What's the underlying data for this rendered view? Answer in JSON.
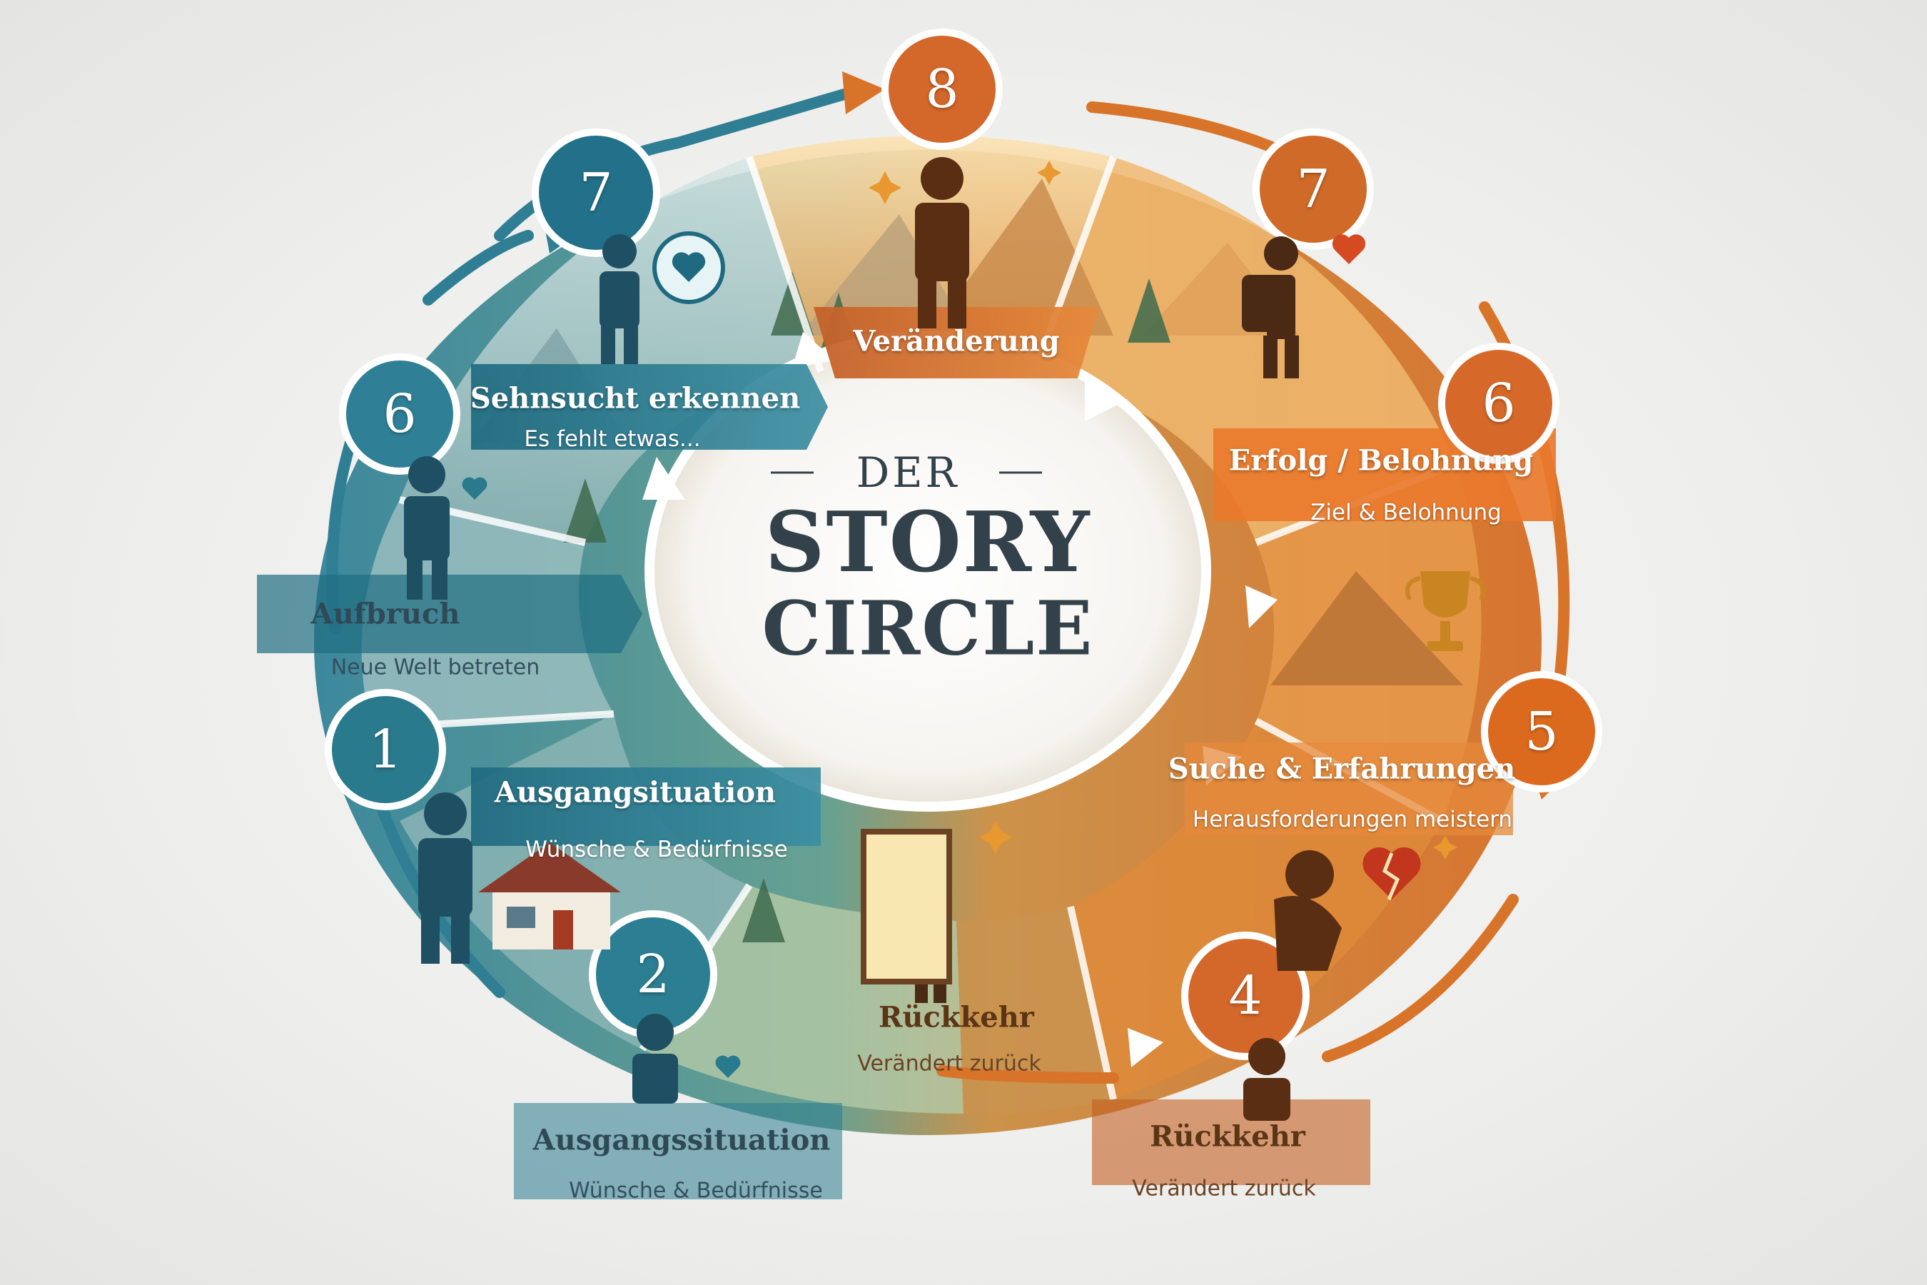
{
  "title": {
    "line1": "DER",
    "line2": "STORY",
    "line3": "CIRCLE"
  },
  "colors": {
    "teal": "#2f7e93",
    "teal_dark": "#1f5a6e",
    "orange": "#d8742a",
    "orange_dark": "#a94d14",
    "ink": "#33424a"
  },
  "stages": [
    {
      "number": "8",
      "label": "Veränderung",
      "subtitle": ""
    },
    {
      "number": "7",
      "label": "Sehnsucht erkennen",
      "subtitle": "Es fehlt etwas..."
    },
    {
      "number": "6",
      "label": "Aufbruch",
      "subtitle": "Neue Welt betreten"
    },
    {
      "number": "1",
      "label": "Ausgangsituation",
      "subtitle": "Wünsche & Bedürfnisse"
    },
    {
      "number": "2",
      "label": "Ausgangssituation",
      "subtitle": "Wünsche & Bedürfnisse"
    },
    {
      "number": "",
      "label": "Rückkehr",
      "subtitle": "Verändert zurück"
    },
    {
      "number": "4",
      "label": "Rückkehr",
      "subtitle": "Verändert zurück"
    },
    {
      "number": "5",
      "label": "Suche & Erfahrungen",
      "subtitle": "Herausforderungen meistern"
    },
    {
      "number": "6",
      "label": "Erfolg / Belohnung",
      "subtitle": "Ziel & Belohnung"
    },
    {
      "number": "7",
      "label": "",
      "subtitle": ""
    }
  ],
  "icons": [
    "person-icon",
    "thought-bubble-heart-icon",
    "heart-icon",
    "house-icon",
    "door-icon",
    "backpack-person-icon",
    "broken-heart-icon",
    "trophy-icon",
    "mountain-icon",
    "tree-icon",
    "sparkle-icon"
  ]
}
